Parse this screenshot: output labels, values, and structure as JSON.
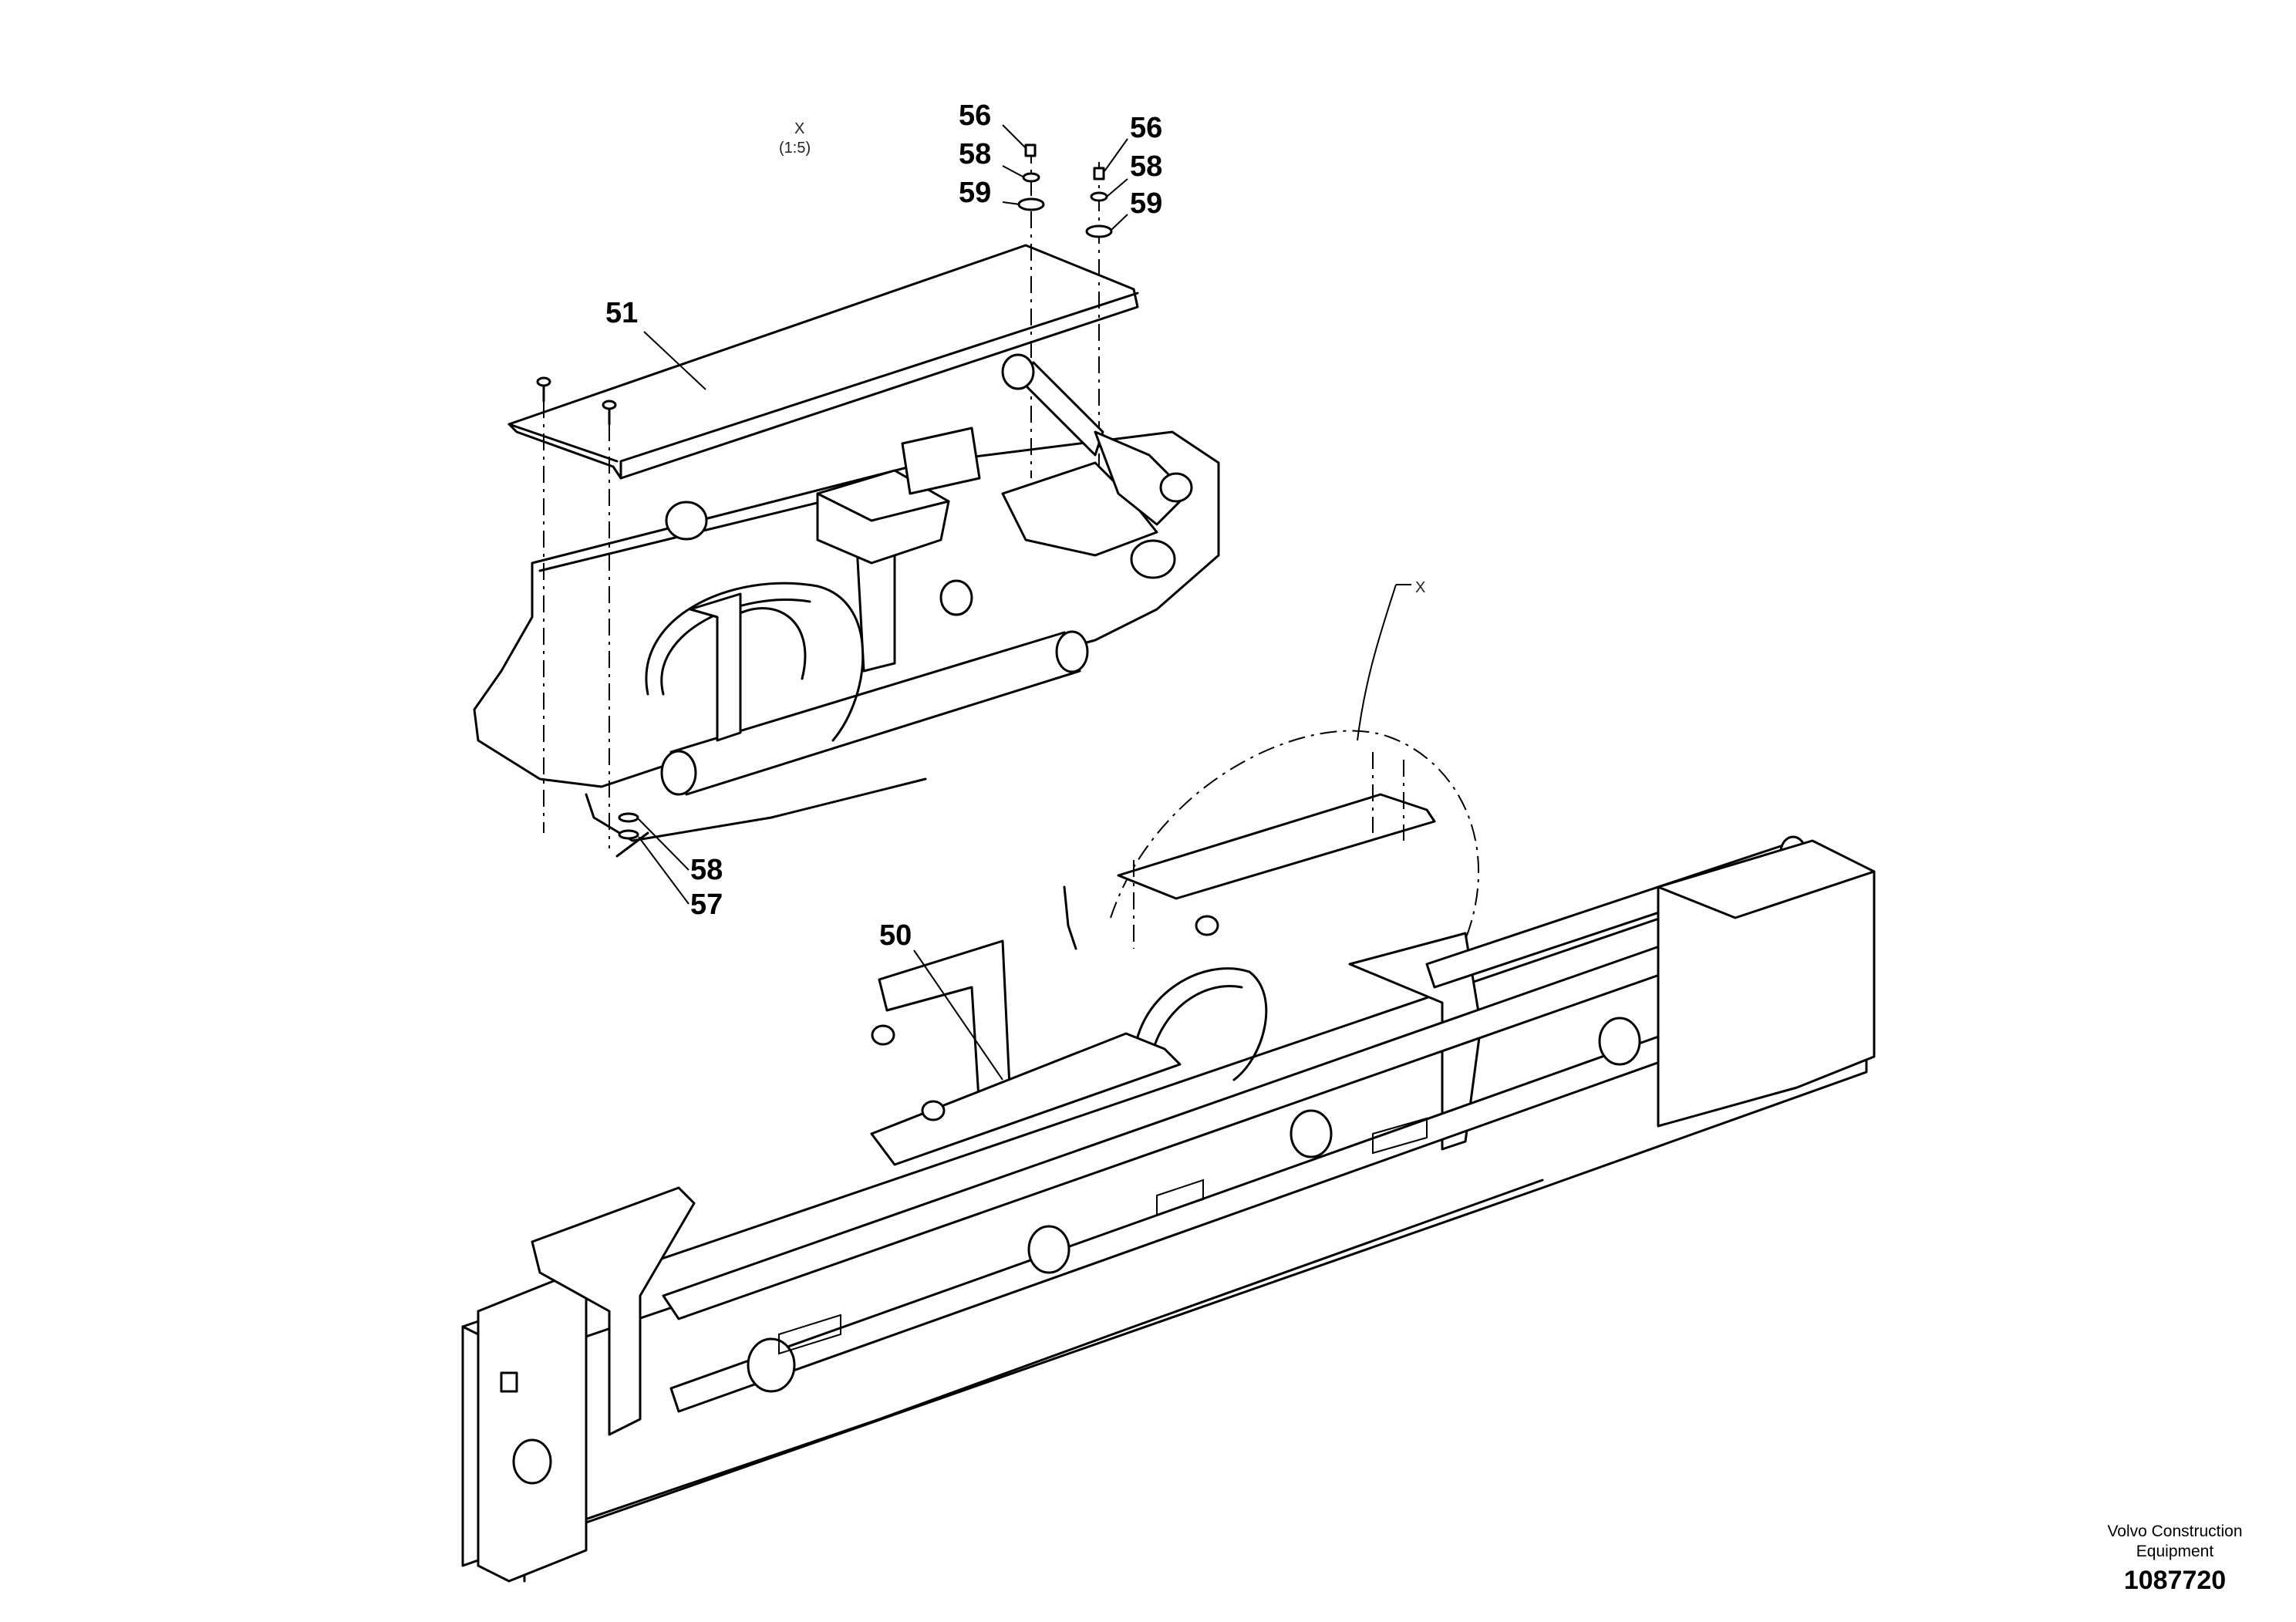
{
  "footer": {
    "brand_line1": "Volvo Construction",
    "brand_line2": "Equipment",
    "doc_number": "1087720"
  },
  "detail": {
    "label": "X",
    "scale": "(1:5)",
    "ref_label": "X"
  },
  "callouts": [
    {
      "id": "c56a",
      "text": "56"
    },
    {
      "id": "c58a",
      "text": "58"
    },
    {
      "id": "c59a",
      "text": "59"
    },
    {
      "id": "c56b",
      "text": "56"
    },
    {
      "id": "c58b",
      "text": "58"
    },
    {
      "id": "c59b",
      "text": "59"
    },
    {
      "id": "c51",
      "text": "51"
    },
    {
      "id": "c58c",
      "text": "58"
    },
    {
      "id": "c57",
      "text": "57"
    },
    {
      "id": "c50",
      "text": "50"
    }
  ]
}
